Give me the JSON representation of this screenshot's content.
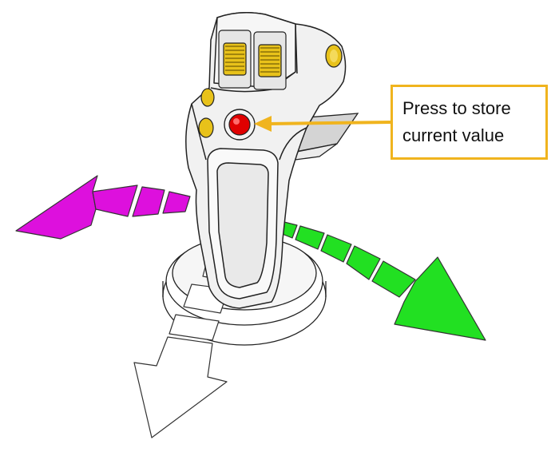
{
  "callout": {
    "line1": "Press to store",
    "line2": "current value"
  },
  "colors": {
    "callout_border": "#f0b41e",
    "stored_button": "#e00000",
    "left_arrow": "#dd10dd",
    "right_arrow": "#22e022",
    "down_arrow": "#ffffff",
    "button_gold": "#e8c21a",
    "outline": "#222222"
  },
  "icons": {
    "joystick": "joystick-illustration",
    "left": "arrow-left-curved",
    "right": "arrow-right-curved",
    "down": "arrow-down"
  }
}
